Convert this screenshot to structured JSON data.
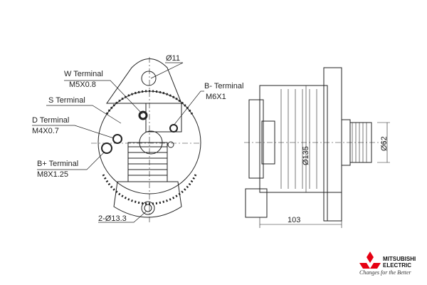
{
  "labels": {
    "w_terminal": "W Terminal",
    "w_thread": "M5X0.8",
    "s_terminal": "S Terminal",
    "d_terminal": "D Terminal",
    "d_thread": "M4X0.7",
    "bplus_terminal": "B+ Terminal",
    "bplus_thread": "M8X1.25",
    "bminus_terminal": "B- Terminal",
    "bminus_thread": "M6X1",
    "hole_top": "Ø11",
    "hole_bottom": "2-Ø13.3",
    "dia_body": "Ø135",
    "dia_pulley": "Ø62",
    "length": "103"
  },
  "brand": {
    "name_line1": "MITSUBISHI",
    "name_line2": "ELECTRIC",
    "tagline": "Changes for the Better",
    "color": "#e60012"
  }
}
